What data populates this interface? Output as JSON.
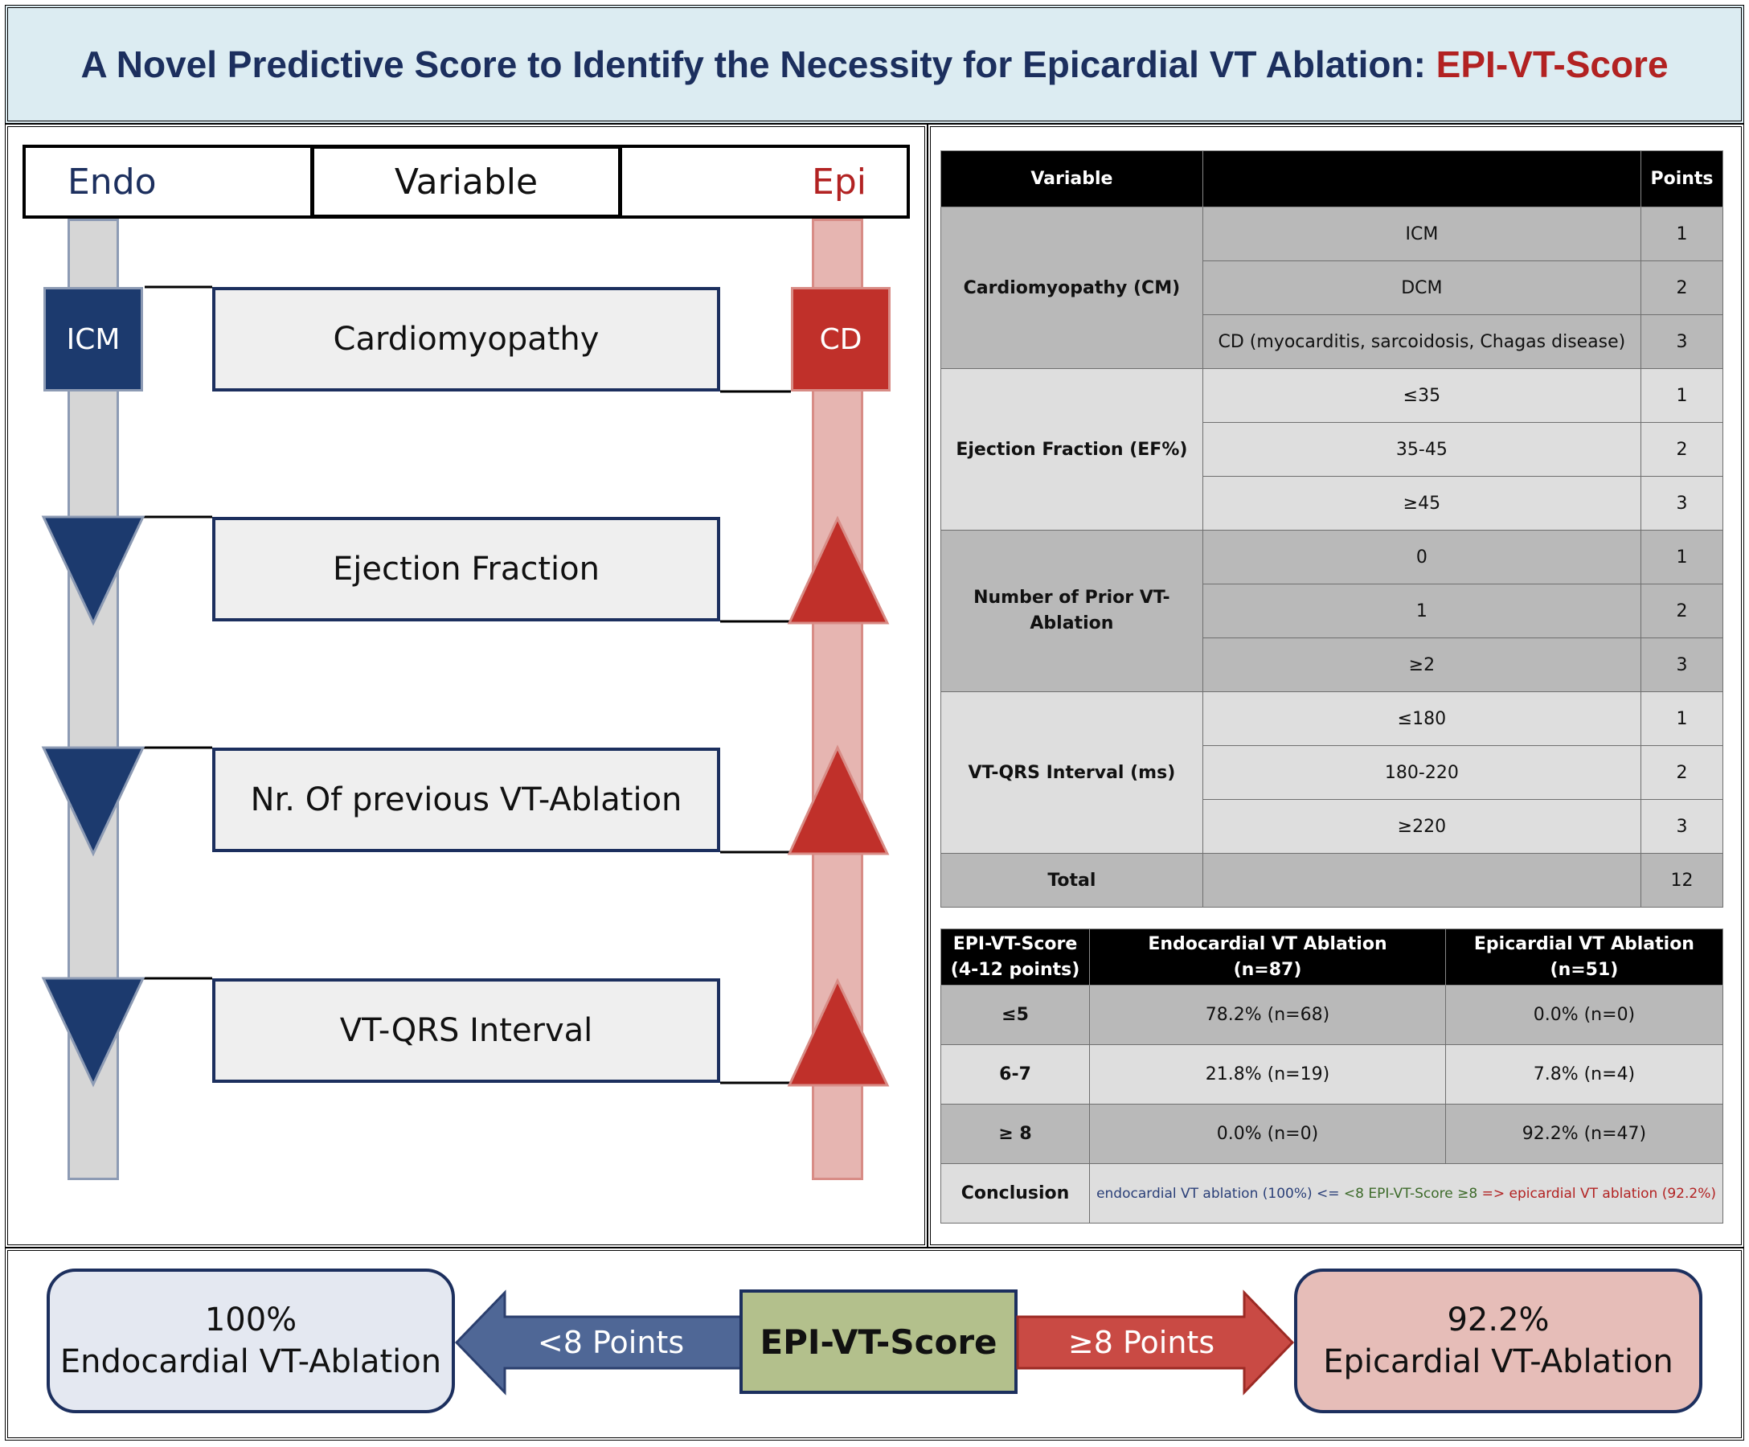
{
  "title": {
    "main": "A Novel Predictive Score to Identify the Necessity for Epicardial VT Ablation: ",
    "highlight": "EPI-VT-Score"
  },
  "diagram": {
    "headers": {
      "endo": "Endo",
      "variable": "Variable",
      "epi": "Epi"
    },
    "rows": [
      {
        "label": "Cardiomyopathy",
        "endo_marker": "ICM",
        "epi_marker": "CD"
      },
      {
        "label": "Ejection Fraction"
      },
      {
        "label": "Nr. Of previous VT-Ablation"
      },
      {
        "label": "VT-QRS Interval"
      }
    ],
    "colors": {
      "endo": "#1c3a6e",
      "epi": "#c0302a",
      "endo_bar": "#d6d6d6",
      "epi_bar": "#e6b5b1"
    }
  },
  "score_table": {
    "headers": [
      "Variable",
      "",
      "Points"
    ],
    "groups": [
      {
        "variable": "Cardiomyopathy (CM)",
        "rows": [
          {
            "value": "ICM",
            "points": "1"
          },
          {
            "value": "DCM",
            "points": "2"
          },
          {
            "value": "CD (myocarditis, sarcoidosis, Chagas disease)",
            "points": "3"
          }
        ]
      },
      {
        "variable": "Ejection Fraction (EF%)",
        "rows": [
          {
            "value": "≤35",
            "points": "1"
          },
          {
            "value": "35-45",
            "points": "2"
          },
          {
            "value": "≥45",
            "points": "3"
          }
        ]
      },
      {
        "variable": "Number of Prior VT-Ablation",
        "rows": [
          {
            "value": "0",
            "points": "1"
          },
          {
            "value": "1",
            "points": "2"
          },
          {
            "value": "≥2",
            "points": "3"
          }
        ]
      },
      {
        "variable": "VT-QRS Interval (ms)",
        "rows": [
          {
            "value": "≤180",
            "points": "1"
          },
          {
            "value": "180-220",
            "points": "2"
          },
          {
            "value": "≥220",
            "points": "3"
          }
        ]
      }
    ],
    "total": {
      "label": "Total",
      "points": "12"
    }
  },
  "outcome_table": {
    "headers": [
      {
        "line1": "EPI-VT-Score",
        "line2": "(4-12 points)"
      },
      {
        "line1": "Endocardial VT Ablation",
        "line2": "(n=87)"
      },
      {
        "line1": "Epicardial VT Ablation",
        "line2": "(n=51)"
      }
    ],
    "rows": [
      {
        "score": "≤5",
        "endo": "78.2% (n=68)",
        "epi": "0.0% (n=0)"
      },
      {
        "score": "6-7",
        "endo": "21.8% (n=19)",
        "epi": "7.8% (n=4)"
      },
      {
        "score": "≥ 8",
        "endo": "0.0% (n=0)",
        "epi": "92.2% (n=47)"
      }
    ],
    "conclusion": {
      "label": "Conclusion",
      "endo_part": "endocardial VT ablation (100%) <= ",
      "mid_part": "<8 EPI-VT-Score ≥8",
      "epi_part": " => epicardial VT ablation (92.2%)"
    }
  },
  "bottom": {
    "left_box": {
      "line1": "100%",
      "line2": "Endocardial VT-Ablation"
    },
    "left_arrow": "<8 Points",
    "center": "EPI-VT-Score",
    "right_arrow": "≥8 Points",
    "right_box": {
      "line1": "92.2%",
      "line2": "Epicardial VT-Ablation"
    }
  }
}
